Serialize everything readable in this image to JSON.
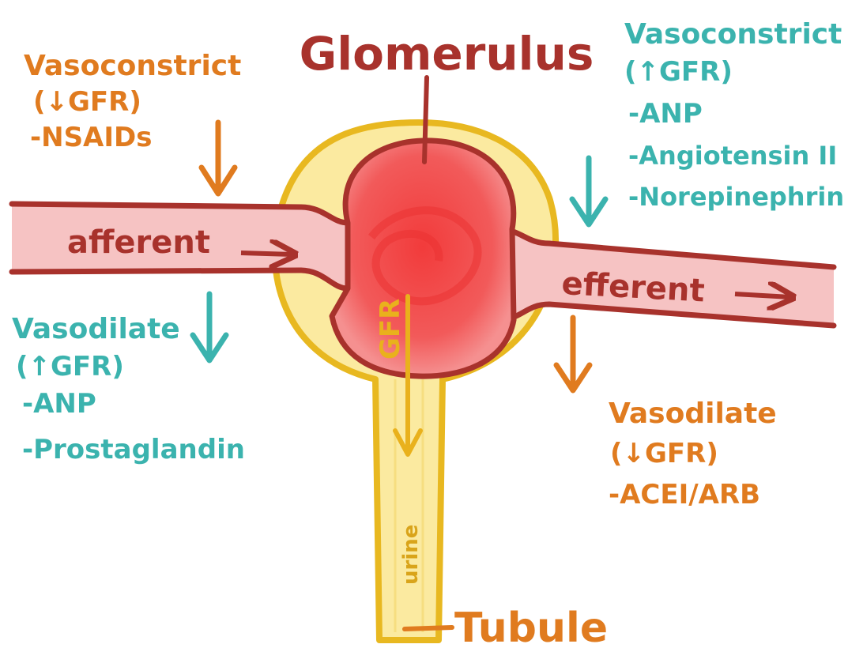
{
  "title": "Glomerulus",
  "labels": {
    "afferent": "afferent",
    "efferent": "efferent",
    "gfr": "GFR",
    "urine": "urine",
    "tubule": "Tubule"
  },
  "annotations": {
    "top_left": {
      "heading": "Vasoconstrict",
      "effect": "(↓GFR)",
      "items": [
        "-NSAIDs"
      ],
      "color": "#e07b1f"
    },
    "top_right": {
      "heading": "Vasoconstrict",
      "effect": "(↑GFR)",
      "items": [
        "-ANP",
        "-Angiotensin II",
        "-Norepinephrin"
      ],
      "color": "#3bb3ae"
    },
    "bottom_left": {
      "heading": "Vasodilate",
      "effect": "(↑GFR)",
      "items": [
        "-ANP",
        "-Prostaglandin"
      ],
      "color": "#3bb3ae"
    },
    "bottom_right": {
      "heading": "Vasodilate",
      "effect": "(↓GFR)",
      "items": [
        "-ACEI/ARB"
      ],
      "color": "#e07b1f"
    }
  },
  "colors": {
    "vessel_outline": "#a8322c",
    "vessel_fill": "#f6b8b8",
    "glomerulus_fill": "#f24a4a",
    "capsule_outline": "#e8b820",
    "capsule_fill": "#fbeaa0",
    "orange": "#e07b1f",
    "teal": "#3bb3ae",
    "gfr_yellow": "#e9b11c"
  }
}
